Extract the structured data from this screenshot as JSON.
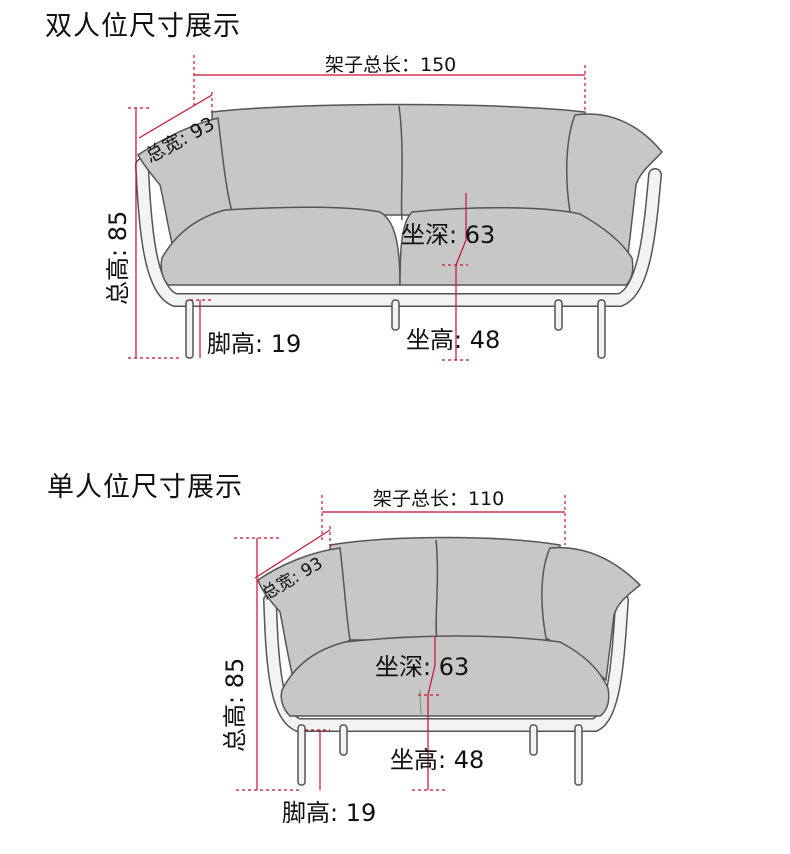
{
  "sections": [
    {
      "title": "双人位尺寸展示",
      "dims": {
        "frame_length": "架子总长：150",
        "total_width": "总宽: 93",
        "total_height": "总高: 85",
        "seat_depth": "坐深: 63",
        "leg_height": "脚高: 19",
        "seat_height": "坐高: 48"
      }
    },
    {
      "title": "单人位尺寸展示",
      "dims": {
        "frame_length": "架子总长：110",
        "total_width": "总宽: 93",
        "total_height": "总高: 85",
        "seat_depth": "坐深: 63",
        "leg_height": "脚高: 19",
        "seat_height": "坐高: 48"
      }
    }
  ],
  "colors": {
    "dimension_line": "#c8102e",
    "sofa_fill": "#c7c7c7",
    "sofa_outline": "#555555",
    "frame": "#f1f1f1"
  }
}
